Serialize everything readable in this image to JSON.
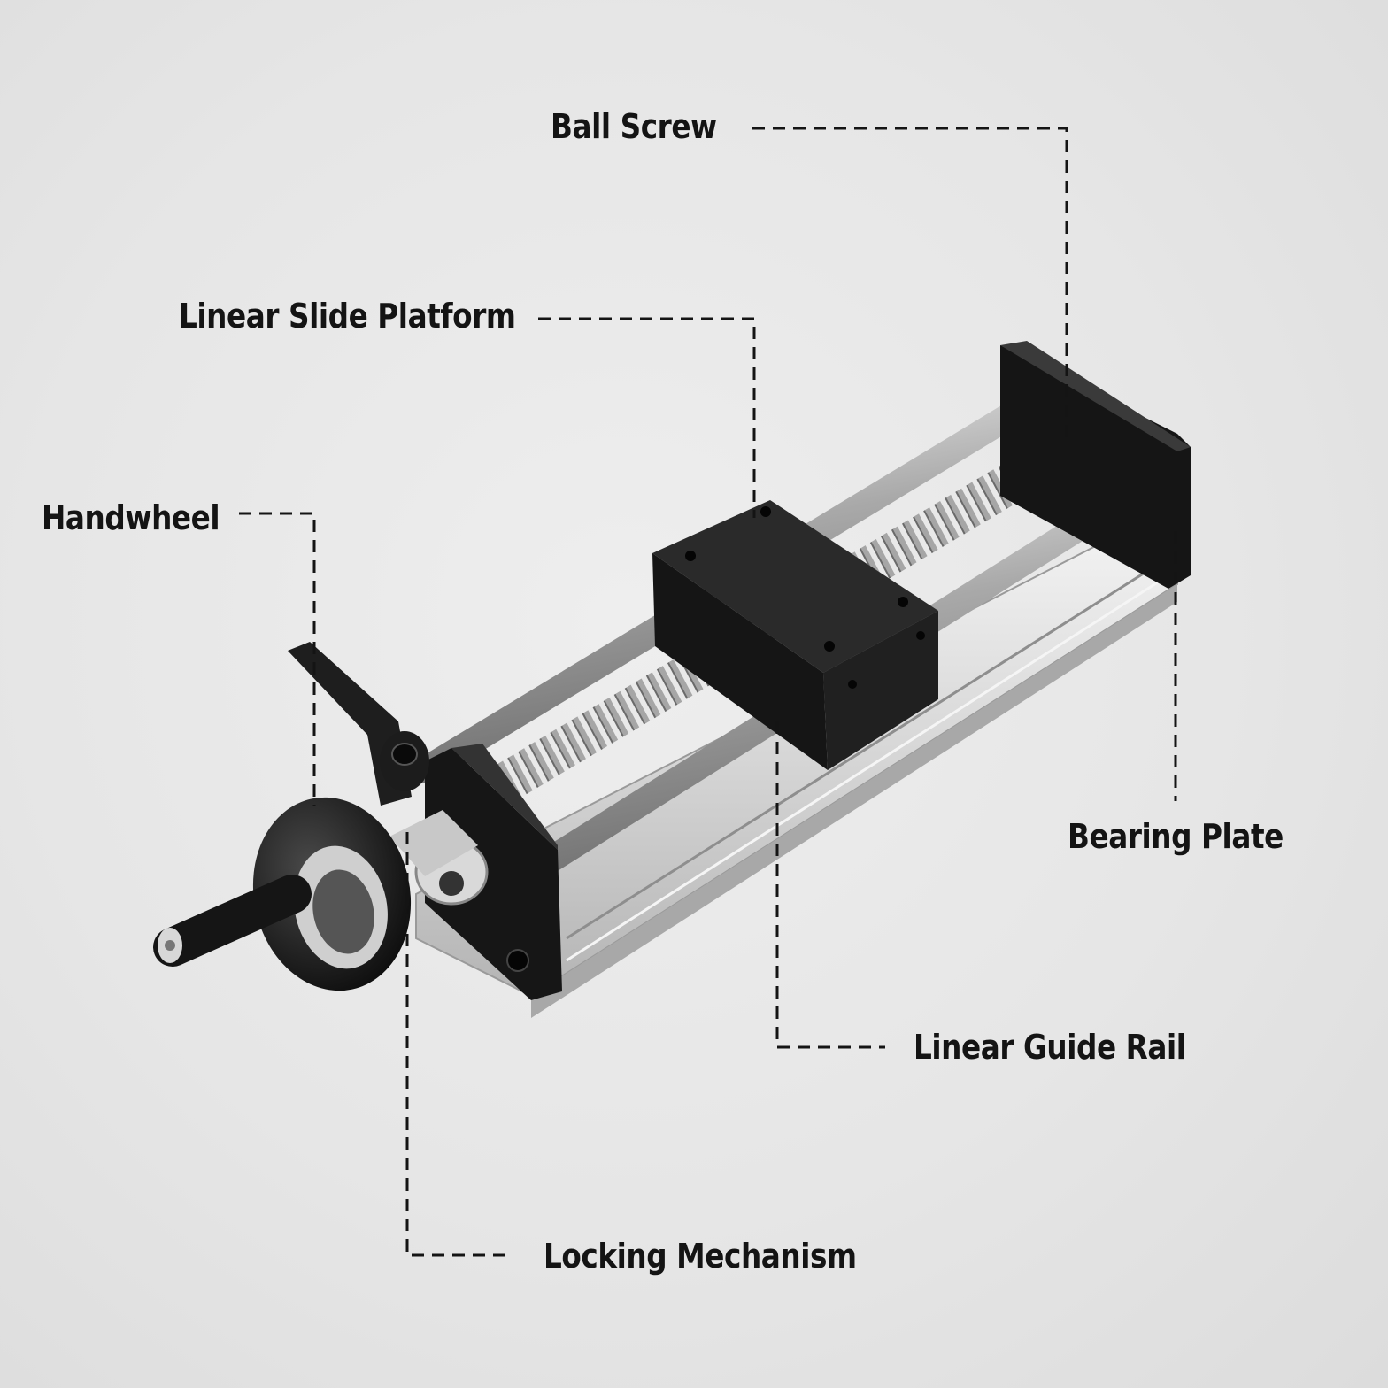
{
  "labels": {
    "ball_screw": "Ball Screw",
    "linear_slide_platform": "Linear Slide Platform",
    "handwheel": "Handwheel",
    "bearing_plate": "Bearing Plate",
    "linear_guide_rail": "Linear Guide Rail",
    "locking_mechanism": "Locking Mechanism"
  },
  "colors": {
    "background": "#e8e8e8",
    "label_text": "#141414",
    "leader_line": "#141414",
    "anodized_black": "#1b1b1b",
    "aluminum": "#d8d8d8",
    "steel": "#bfbfbf"
  }
}
